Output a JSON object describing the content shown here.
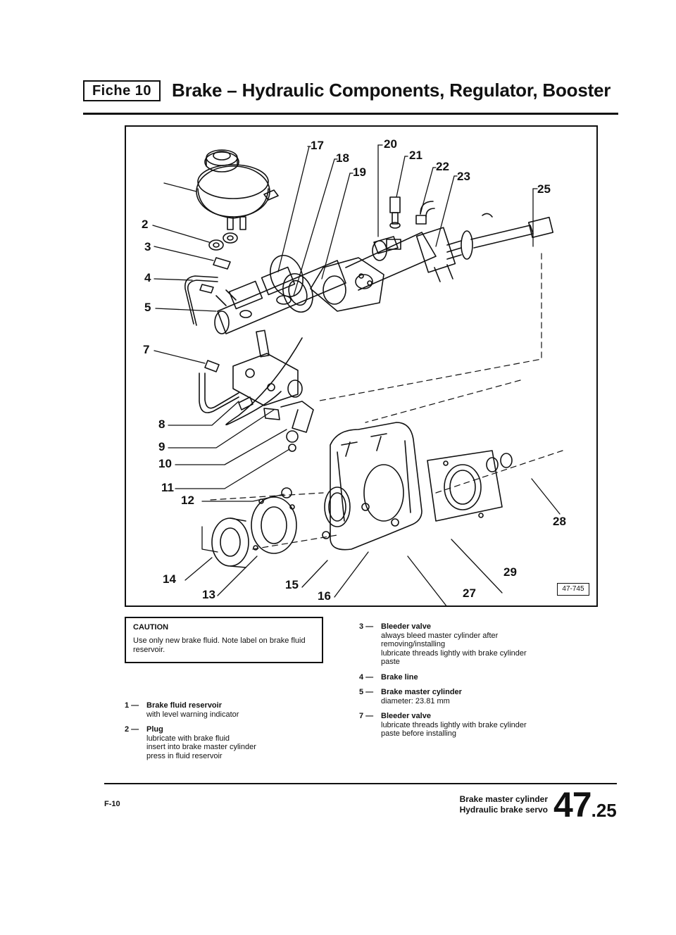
{
  "header": {
    "fiche": "Fiche 10",
    "title": "Brake – Hydraulic Components, Regulator, Booster"
  },
  "figure": {
    "callouts": [
      "2",
      "3",
      "4",
      "5",
      "7",
      "8",
      "9",
      "10",
      "11",
      "12",
      "13",
      "14",
      "15",
      "16",
      "17",
      "18",
      "19",
      "20",
      "21",
      "22",
      "23",
      "25",
      "27",
      "28",
      "29"
    ],
    "figure_id": "47-745"
  },
  "caution": {
    "title": "CAUTION",
    "text": "Use only new brake fluid. Note label on brake fluid reservoir."
  },
  "legend_left": [
    {
      "num": "1 —",
      "name": "Brake fluid reservoir",
      "notes": [
        "with level warning indicator"
      ]
    },
    {
      "num": "2 —",
      "name": "Plug",
      "notes": [
        "lubricate with brake fluid",
        "insert into brake master cylinder",
        "press in fluid reservoir"
      ]
    }
  ],
  "legend_right": [
    {
      "num": "3 —",
      "name": "Bleeder valve",
      "notes": [
        "always bleed master cylinder after removing/installing",
        "lubricate threads lightly with brake cylinder paste"
      ]
    },
    {
      "num": "4 —",
      "name": "Brake line",
      "notes": []
    },
    {
      "num": "5 —",
      "name": "Brake master cylinder",
      "notes": [
        "diameter: 23.81 mm"
      ]
    },
    {
      "num": "7 —",
      "name": "Bleeder valve",
      "notes": [
        "lubricate threads lightly with brake cylinder paste before installing"
      ]
    }
  ],
  "footer": {
    "page_code": "F-10",
    "subject_line1": "Brake master cylinder",
    "subject_line2": "Hydraulic brake servo",
    "section_major": "47",
    "section_minor": ".25"
  }
}
